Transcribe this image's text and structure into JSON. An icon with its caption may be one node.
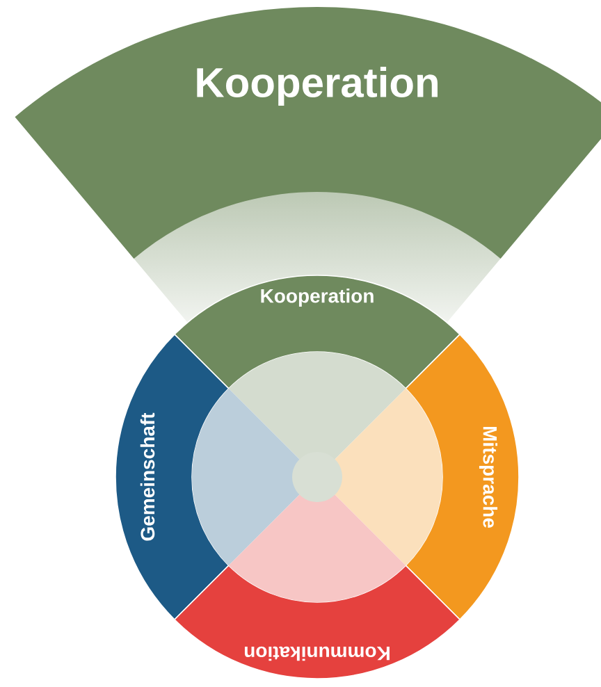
{
  "diagram": {
    "nodes": [
      {
        "text": [
          "Kooperation"
        ]
      },
      {
        "text": [
          "Kooperation"
        ]
      },
      {
        "text": [
          "Gemeinschaft"
        ]
      },
      {
        "text": [
          "Mitsprache"
        ]
      },
      {
        "text": [
          "Kommunikation"
        ]
      }
    ]
  }
}
